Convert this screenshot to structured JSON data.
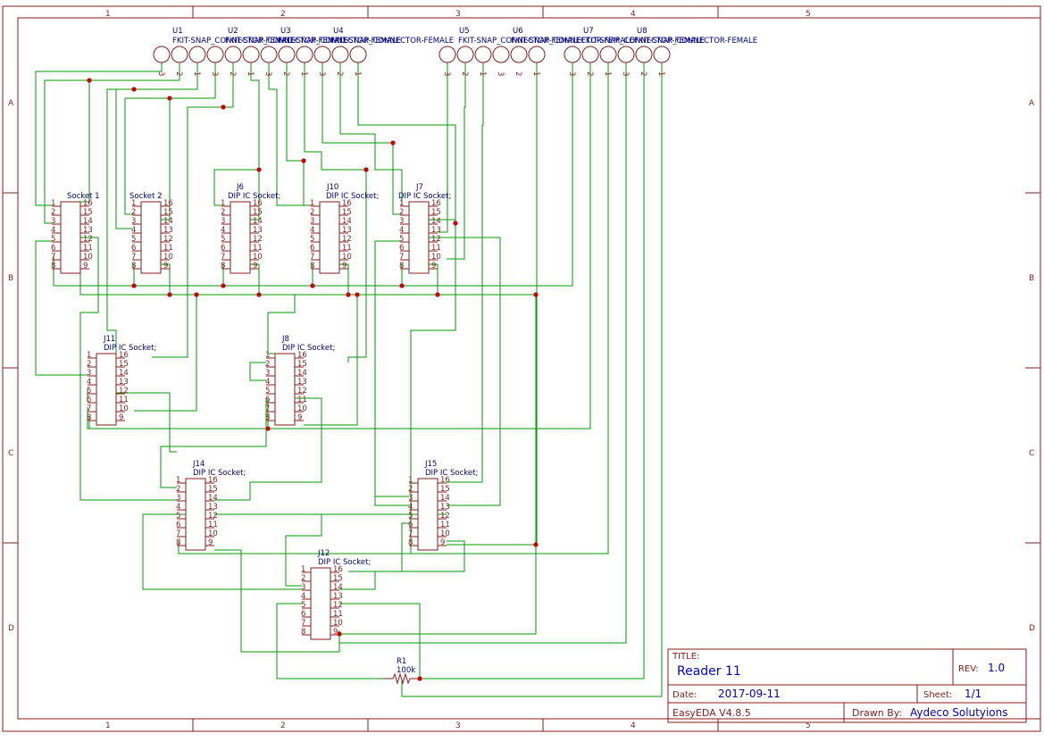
{
  "border": {
    "columns": [
      "1",
      "2",
      "3",
      "4",
      "5"
    ],
    "rows": [
      "A",
      "B",
      "C",
      "D"
    ]
  },
  "parts": {
    "u1": {
      "ref": "U1",
      "value": "FKIT-SNAP_CONNECTOR-FEMALE"
    },
    "u2": {
      "ref": "U2",
      "value": "FKIT-SNAP_CONNECTOR-FEMALE"
    },
    "u3": {
      "ref": "U3",
      "value": "FKIT-SNAP_CONNECTOR-FEMALE"
    },
    "u4": {
      "ref": "U4",
      "value": "FKIT-SNAP_CONNECTOR-FEMALE"
    },
    "u5": {
      "ref": "U5",
      "value": "FKIT-SNAP_CONNECTOR-FEMALE"
    },
    "u6": {
      "ref": "U6",
      "value": "FKIT-SNAP_CONNECTOR-FEMALE"
    },
    "u7": {
      "ref": "U7",
      "value": "FKIT-SNAP_CONNECTOR-FEMALE"
    },
    "u8": {
      "ref": "U8",
      "value": "FKIT-SNAP_CONNECTOR-FEMALE"
    },
    "socket1": {
      "ref": "Socket 1"
    },
    "socket2": {
      "ref": "Socket 2"
    },
    "j6": {
      "ref": "J6",
      "value": "DIP IC Socket;"
    },
    "j10": {
      "ref": "J10",
      "value": "DIP IC Socket;"
    },
    "j7": {
      "ref": "J7",
      "value": "DIP IC Socket;"
    },
    "j11": {
      "ref": "J11",
      "value": "DIP IC Socket;"
    },
    "j8": {
      "ref": "J8",
      "value": "DIP IC Socket;"
    },
    "j14": {
      "ref": "J14",
      "value": "DIP IC Socket;"
    },
    "j15": {
      "ref": "J15",
      "value": "DIP IC Socket;"
    },
    "j12": {
      "ref": "J12",
      "value": "DIP IC Socket;"
    },
    "r1": {
      "ref": "R1",
      "value": "100k"
    }
  },
  "title_block": {
    "title_label": "TITLE:",
    "title": "Reader 11",
    "rev_label": "REV:",
    "rev": "1.0",
    "date_label": "Date:",
    "date": "2017-09-11",
    "sheet_label": "Sheet:",
    "sheet": "1/1",
    "tool": "EasyEDA V4.8.5",
    "drawn_label": "Drawn By:",
    "drawn_by": "Aydeco Solutyions"
  }
}
